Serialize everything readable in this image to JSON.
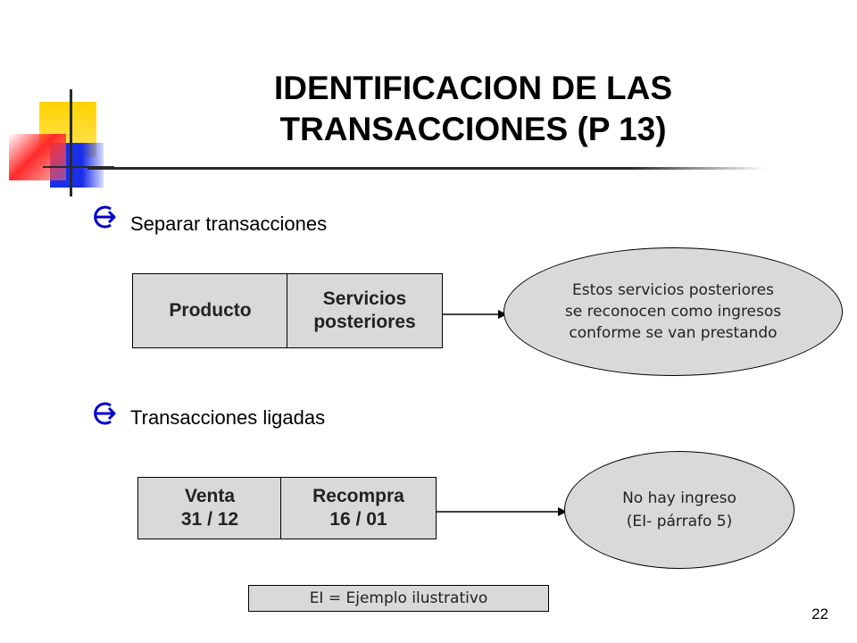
{
  "slide": {
    "title_line1": "IDENTIFICACION DE LAS",
    "title_line2": "TRANSACCIONES (P 13)",
    "page_number": "22"
  },
  "section1": {
    "bullet": "Separar transacciones",
    "box_left": "Producto",
    "box_right_line1": "Servicios",
    "box_right_line2": "posteriores",
    "ellipse_line1": "Estos servicios posteriores",
    "ellipse_line2": "se reconocen como ingresos",
    "ellipse_line3": "conforme se van prestando"
  },
  "section2": {
    "bullet": "Transacciones ligadas",
    "box_left_line1": "Venta",
    "box_left_line2": "31 / 12",
    "box_right_line1": "Recompra",
    "box_right_line2": "16 / 01",
    "ellipse_line1": "No hay ingreso",
    "ellipse_line2": "(EI- párrafo 5)"
  },
  "footnote": "EI = Ejemplo ilustrativo",
  "colors": {
    "box_fill": "#d9d9d9",
    "bullet_accent": "#0000cc",
    "deco_yellow": "#ffd200",
    "deco_blue": "#1a2ee8",
    "deco_red": "#ff2a2a"
  }
}
